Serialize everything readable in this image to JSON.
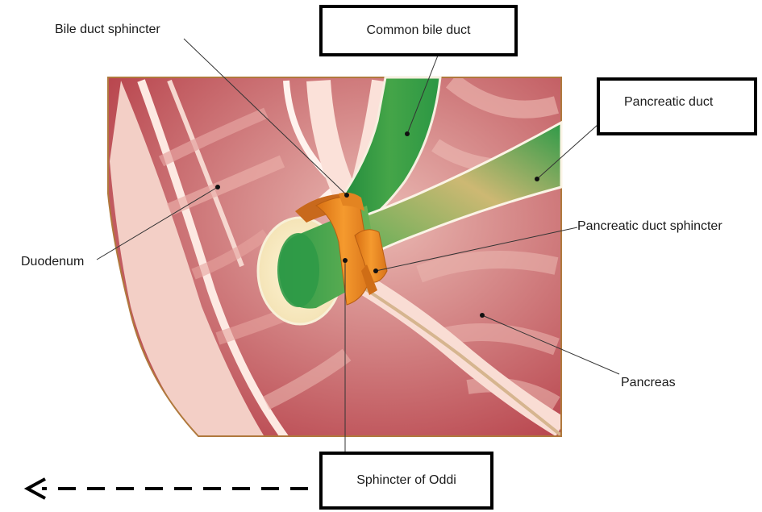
{
  "labels": {
    "bile_duct_sphincter": "Bile duct sphincter",
    "common_bile_duct": "Common bile duct",
    "pancreatic_duct": "Pancreatic duct",
    "pancreatic_duct_sphincter": "Pancreatic duct sphincter",
    "duodenum": "Duodenum",
    "pancreas": "Pancreas",
    "sphincter_of_oddi": "Sphincter of Oddi"
  },
  "colors": {
    "tissue_dark": "#c0525a",
    "tissue_light": "#e9b7b1",
    "mucosa": "#fbe3dc",
    "duct_green": "#2e9a4a",
    "duct_light": "#d8c77a",
    "sphincter": "#ef8a1e",
    "outline": "#a8763c"
  },
  "annotations": {
    "dashed_arrow_direction": "left"
  }
}
